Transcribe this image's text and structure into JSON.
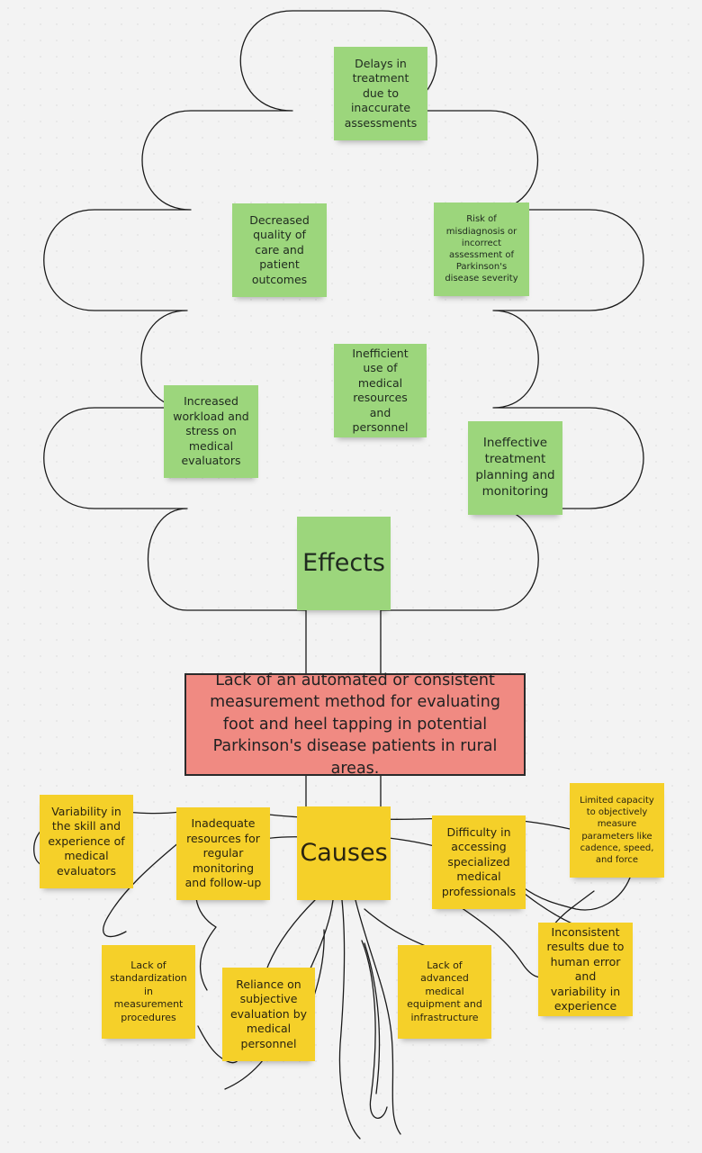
{
  "problem": "Lack of an automated or consistent measurement method for evaluating foot and heel tapping in potential Parkinson's disease patients in rural areas.",
  "effects_label": "Effects",
  "causes_label": "Causes",
  "effects": [
    "Delays in treatment due to inaccurate assessments",
    "Decreased quality of care and patient outcomes",
    "Risk of misdiagnosis or incorrect assessment of Parkinson's disease severity",
    "Inefficient use of medical resources and personnel",
    "Increased workload and stress on medical evaluators",
    "Ineffective treatment planning and monitoring"
  ],
  "causes": [
    "Variability in the skill and experience of medical evaluators",
    "Inadequate resources for regular monitoring and follow-up",
    "Difficulty in accessing specialized medical professionals",
    "Limited capacity to objectively measure parameters like cadence, speed, and force",
    "Lack of standardization in measurement procedures",
    "Reliance on subjective evaluation by medical personnel",
    "Lack of advanced medical equipment and infrastructure",
    "Inconsistent results due to human error and variability in experience"
  ],
  "colors": {
    "effect_note": "#9cd67c",
    "cause_note": "#f5d029",
    "problem_box": "#f08a82",
    "outline": "#1a1a1a"
  }
}
